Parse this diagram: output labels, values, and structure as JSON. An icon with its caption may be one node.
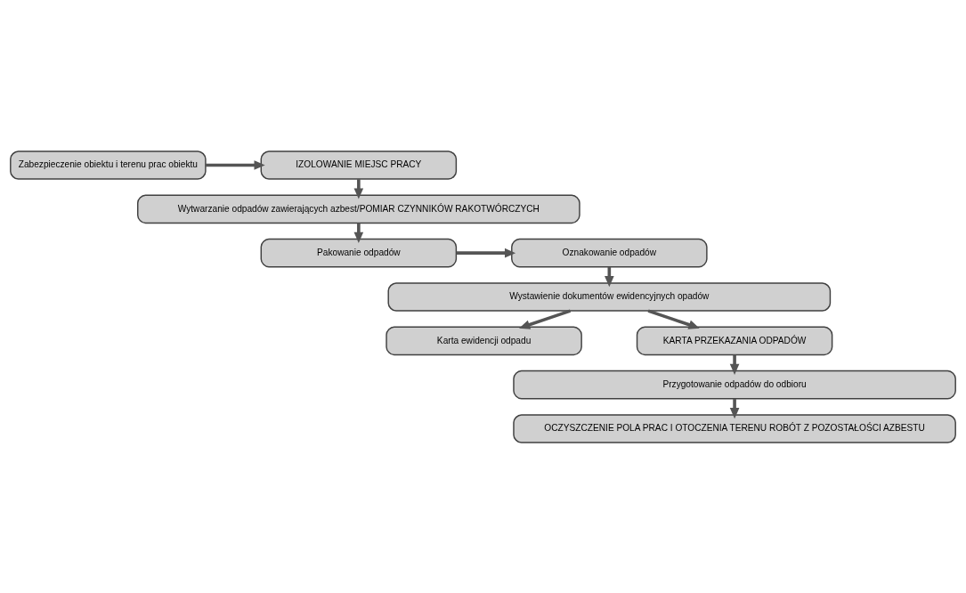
{
  "diagram": {
    "nodes": [
      {
        "text": [
          "Zabezpieczenie obiektu i terenu prac obiektu"
        ]
      },
      {
        "text": [
          "IZOLOWANIE MIEJSC PRACY"
        ]
      },
      {
        "text": [
          "Wytwarzanie odpadów zawierających azbest/POMIAR CZYNNIKÓW RAKOTWÓRCZYCH"
        ]
      },
      {
        "text": [
          "Pakowanie odpadów"
        ]
      },
      {
        "text": [
          "Oznakowanie odpadów"
        ]
      },
      {
        "text": [
          "Wystawienie dokumentów ewidencyjnych opadów"
        ]
      },
      {
        "text": [
          "Karta ewidencji odpadu"
        ]
      },
      {
        "text": [
          "KARTA PRZEKAZANIA ODPADÓW"
        ]
      },
      {
        "text": [
          "Przygotowanie odpadów do odbioru"
        ]
      },
      {
        "text": [
          "OCZYSZCZENIE POLA PRAC I OTOCZENIA TERENU ROBÓT Z POZOSTAŁOŚCI AZBESTU"
        ]
      }
    ],
    "edges": [
      {
        "from": 0,
        "to": 1,
        "arrow": "to"
      },
      {
        "from": 1,
        "to": 2,
        "arrow": "to"
      },
      {
        "from": 2,
        "to": 3,
        "arrow": "to"
      },
      {
        "from": 3,
        "to": 4,
        "arrow": "to"
      },
      {
        "from": 4,
        "to": 5,
        "arrow": "to"
      },
      {
        "from": 5,
        "to": 6,
        "arrow": "to"
      },
      {
        "from": 5,
        "to": 7,
        "arrow": "to"
      },
      {
        "from": 7,
        "to": 8,
        "arrow": "to"
      },
      {
        "from": 8,
        "to": 9,
        "arrow": "to"
      }
    ]
  }
}
